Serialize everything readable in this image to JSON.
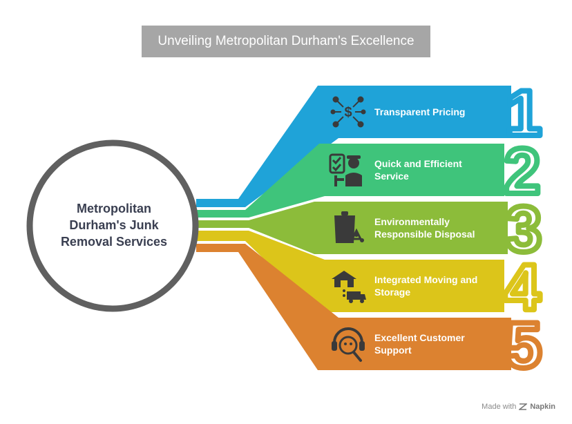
{
  "title": "Unveiling Metropolitan Durham's Excellence",
  "center": {
    "line1": "Metropolitan",
    "line2": "Durham's Junk",
    "line3": "Removal Services"
  },
  "items": [
    {
      "number": "1",
      "line1": "Transparent Pricing",
      "line2": "",
      "color": "#1fa3d8",
      "icon": "pricing-network-icon"
    },
    {
      "number": "2",
      "line1": "Quick and Efficient",
      "line2": "Service",
      "color": "#3fc47b",
      "icon": "worker-checklist-icon"
    },
    {
      "number": "3",
      "line1": "Environmentally",
      "line2": "Responsible Disposal",
      "color": "#8cbc3a",
      "icon": "recycle-bin-icon"
    },
    {
      "number": "4",
      "line1": "Integrated Moving and",
      "line2": "Storage",
      "color": "#dcc51a",
      "icon": "house-truck-icon"
    },
    {
      "number": "5",
      "line1": "Excellent Customer",
      "line2": "Support",
      "color": "#dc8230",
      "icon": "headset-support-icon"
    }
  ],
  "watermark": {
    "prefix": "Made with",
    "brand": "Napkin"
  }
}
